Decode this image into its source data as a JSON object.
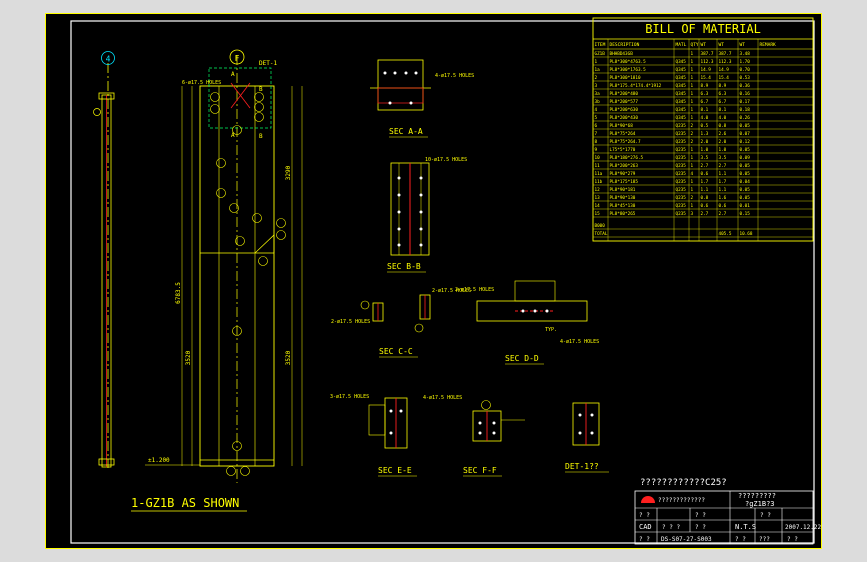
{
  "drawing_title": "1-GZ1B AS SHOWN",
  "title_block": {
    "project_note": "????????????C25?",
    "company": "?????????????",
    "drawing_name_1": "?????????",
    "drawing_name_2": "?gZ1B?3",
    "cad_label": "CAD",
    "nts": "N.T.S",
    "date": "2007.12.22",
    "drawing_no": "DS-S07-27-S003",
    "q2": "? ?",
    "q3": "? ? ?",
    "q4": "???"
  },
  "bom": {
    "title": "BILL OF MATERIAL",
    "headers": [
      "ITEM",
      "DESCRIPTION",
      "MATL",
      "QTY",
      "WT",
      "WT",
      "WT",
      "REMARK"
    ],
    "rows": [
      [
        "GZ1B",
        "BHHBD43GB",
        "",
        "1",
        "387.7",
        "387.7",
        "3.48",
        ""
      ],
      [
        "1",
        "PL8*300*4763.5",
        "Q345",
        "1",
        "112.3",
        "112.3",
        "1.70",
        ""
      ],
      [
        "1a",
        "PL8*300*1763.5",
        "Q345",
        "1",
        "14.9",
        "14.9",
        "0.70",
        ""
      ],
      [
        "2",
        "PL8*300*1810",
        "Q345",
        "1",
        "15.4",
        "15.4",
        "0.53",
        ""
      ],
      [
        "3",
        "PL8*175.4*174.4*1912",
        "Q345",
        "1",
        "8.9",
        "8.9",
        "0.36",
        ""
      ],
      [
        "3a",
        "PL8*200*480",
        "Q345",
        "1",
        "6.3",
        "6.3",
        "0.16",
        ""
      ],
      [
        "3b",
        "PL8*200*577",
        "Q345",
        "1",
        "6.7",
        "6.7",
        "0.17",
        ""
      ],
      [
        "4",
        "PL8*200*630",
        "Q345",
        "1",
        "8.1",
        "8.1",
        "0.18",
        ""
      ],
      [
        "5",
        "PL8*200*430",
        "Q345",
        "1",
        "4.0",
        "4.0",
        "0.26",
        ""
      ],
      [
        "6",
        "PL8*90*68",
        "Q235",
        "2",
        "0.5",
        "0.8",
        "0.05",
        ""
      ],
      [
        "7",
        "PL8*75*264",
        "Q235",
        "2",
        "1.3",
        "2.6",
        "0.07",
        ""
      ],
      [
        "8",
        "PL8*75*264.7",
        "Q235",
        "2",
        "2.0",
        "2.0",
        "0.12",
        ""
      ],
      [
        "9",
        "L75*5*1770",
        "Q235",
        "1",
        "1.0",
        "1.0",
        "0.05",
        ""
      ],
      [
        "10",
        "PL8*180*276.5",
        "Q235",
        "1",
        "3.5",
        "3.5",
        "0.09",
        ""
      ],
      [
        "11",
        "PL8*200*263",
        "Q235",
        "1",
        "2.7",
        "2.7",
        "0.05",
        ""
      ],
      [
        "11a",
        "PL8*90*279",
        "Q235",
        "4",
        "0.6",
        "1.1",
        "0.05",
        ""
      ],
      [
        "11b",
        "PL8*175*185",
        "Q235",
        "1",
        "1.7",
        "1.7",
        "0.04",
        ""
      ],
      [
        "12",
        "PL8*90*181",
        "Q235",
        "1",
        "1.1",
        "1.1",
        "0.05",
        ""
      ],
      [
        "13",
        "PL8*90*130",
        "Q235",
        "2",
        "0.8",
        "1.6",
        "0.05",
        ""
      ],
      [
        "14",
        "PL8*45*130",
        "Q235",
        "1",
        "0.6",
        "0.6",
        "0.01",
        ""
      ],
      [
        "15",
        "PL8*80*265",
        "Q235",
        "3",
        "2.7",
        "2.7",
        "0.15",
        ""
      ]
    ],
    "bolt_row": [
      "B000",
      "",
      "",
      "",
      "",
      "",
      "",
      ""
    ],
    "total_row": [
      "TOTAL",
      "",
      "",
      "",
      "",
      "405.5",
      "10.68",
      ""
    ]
  },
  "sections": {
    "a": "SEC A-A",
    "b": "SEC B-B",
    "c": "SEC C-C",
    "d": "SEC D-D",
    "e": "SEC E-E",
    "f": "SEC F-F",
    "det": "DET-1??"
  },
  "annotations": {
    "grid_4": "4",
    "grid_f": "F",
    "det1": "DET-1",
    "holes_6": "6-ø17.5 HOLES",
    "holes_4": "4-ø17.5 HOLES",
    "holes_10": "10-ø17.5 HOLES",
    "holes_2": "2-ø17.5 HOLES",
    "holes_3": "3-ø17.5 HOLES",
    "elev": "±1.200",
    "dim_total": "6783.5",
    "dim_lower": "3520",
    "dim_upper": "3290",
    "typ": "TYP."
  },
  "colors": {
    "yellow": "#ffff00",
    "cyan": "#00e5ff",
    "red": "#ff2020",
    "white": "#ffffff",
    "green": "#00ff66",
    "magenta": "#ff40ff"
  }
}
